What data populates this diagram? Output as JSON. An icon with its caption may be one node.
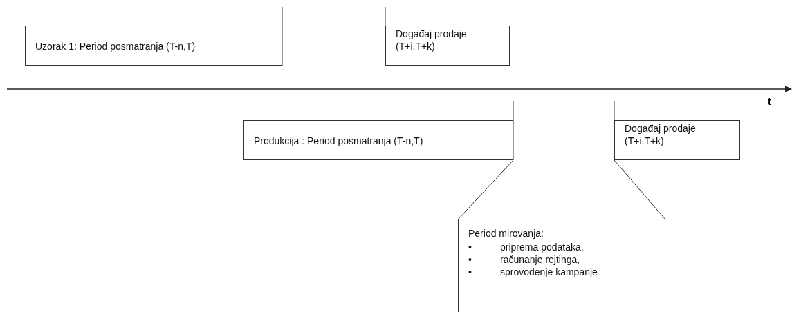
{
  "diagram": {
    "nodes": [
      {
        "text": [
          "Uzorak 1:  Period posmatranja (T-n,T)"
        ]
      },
      {
        "text": [
          "Događaj prodaje (T+i,T+k)"
        ]
      },
      {
        "text": [
          "Produkcija :  Period posmatranja (T-n,T)"
        ]
      },
      {
        "text": [
          "Događaj prodaje (T+i,T+k)"
        ]
      },
      {
        "text": [
          "Period mirovanja:",
          "• priprema podataka,",
          "• računanje rejtinga,",
          "• sprovođenje kampanje"
        ]
      }
    ],
    "edges": [
      {
        "from": 2,
        "to": 4,
        "arrow": "none"
      },
      {
        "from": 3,
        "to": 4,
        "arrow": "none"
      }
    ],
    "labels": [
      "t"
    ]
  }
}
